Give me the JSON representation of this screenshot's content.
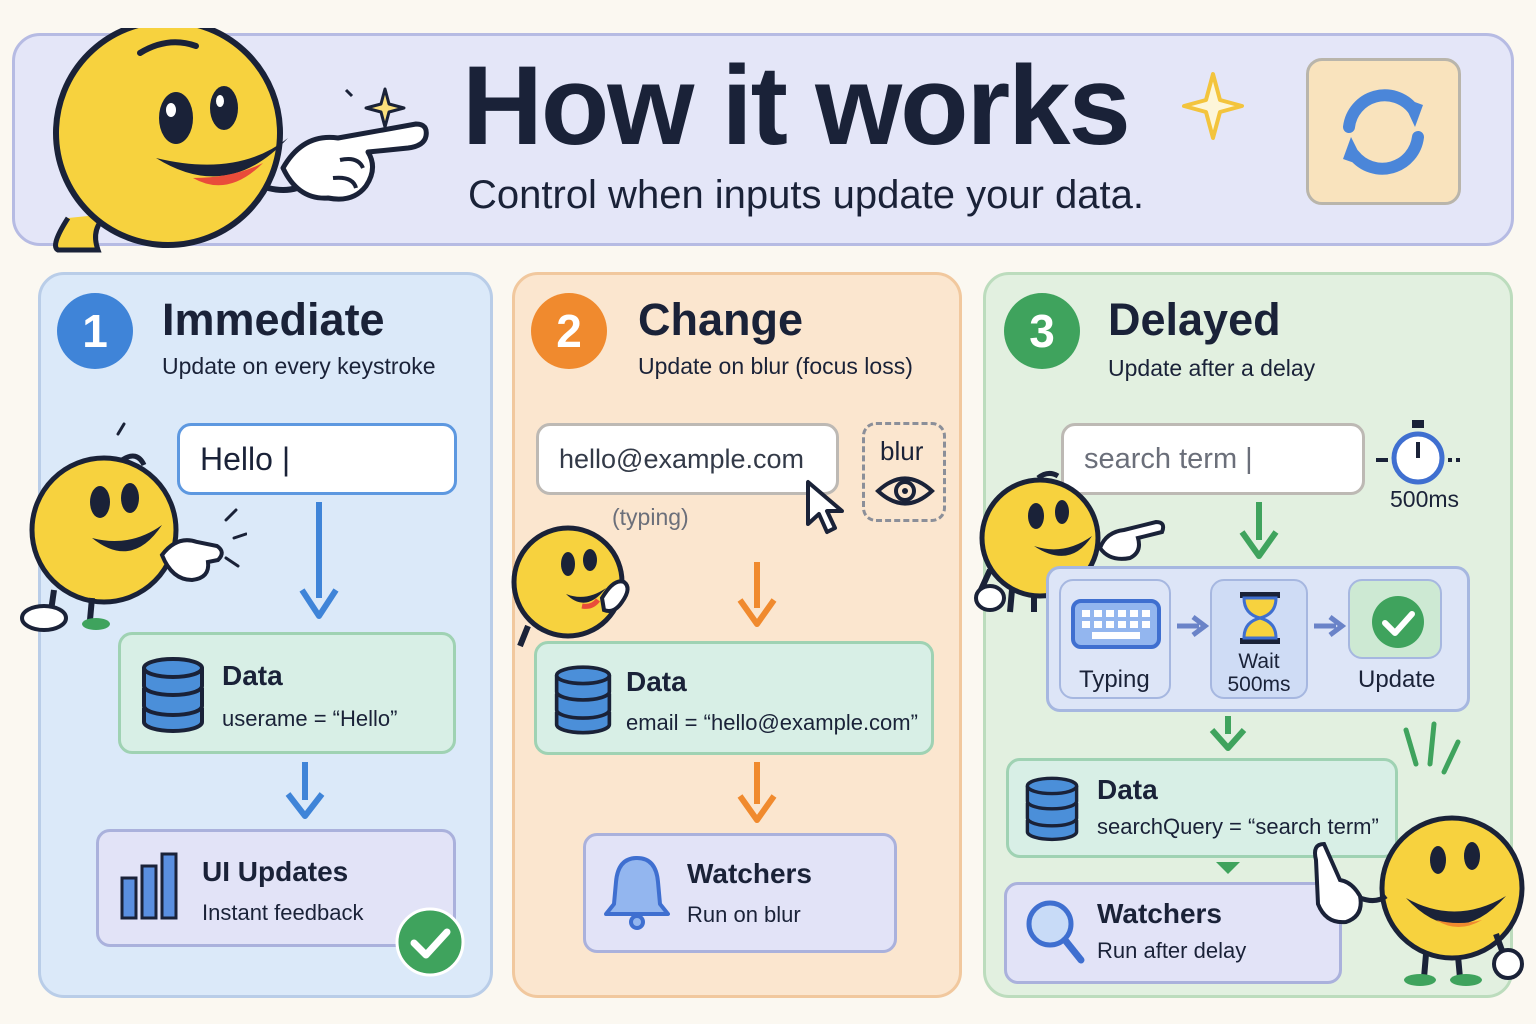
{
  "header": {
    "title": "How it works",
    "subtitle": "Control when inputs update your data."
  },
  "panels": [
    {
      "number": "1",
      "title": "Immediate",
      "description": "Update on every keystroke",
      "input_value": "Hello |",
      "data_card": {
        "title": "Data",
        "text": "userame = “Hello”"
      },
      "result_card": {
        "title": "UI Updates",
        "text": "Instant feedback"
      }
    },
    {
      "number": "2",
      "title": "Change",
      "description": "Update on blur (focus loss)",
      "input_value": "hello@example.com",
      "typing_label": "(typing)",
      "blur_label": "blur",
      "data_card": {
        "title": "Data",
        "text": "email = “hello@example.com”"
      },
      "result_card": {
        "title": "Watchers",
        "text": "Run on blur"
      }
    },
    {
      "number": "3",
      "title": "Delayed",
      "description": "Update after a delay",
      "input_value": "search term |",
      "timer_label": "500ms",
      "steps": [
        {
          "label": "Typing"
        },
        {
          "label": "Wait\n500ms"
        },
        {
          "label": "Update"
        }
      ],
      "data_card": {
        "title": "Data",
        "text": "searchQuery = “search term”"
      },
      "result_card": {
        "title": "Watchers",
        "text": "Run after delay"
      }
    }
  ],
  "colors": {
    "blue": "#3f84d8",
    "orange": "#f08a2e",
    "green": "#3fa35d",
    "mascot_yellow": "#f7d23e",
    "ink": "#1a2238"
  },
  "icons": [
    "refresh-icon",
    "database-icon",
    "bar-chart-icon",
    "check-icon",
    "bell-icon",
    "eye-icon",
    "cursor-icon",
    "stopwatch-icon",
    "keyboard-icon",
    "hourglass-icon",
    "search-icon",
    "sparkle-icon"
  ]
}
